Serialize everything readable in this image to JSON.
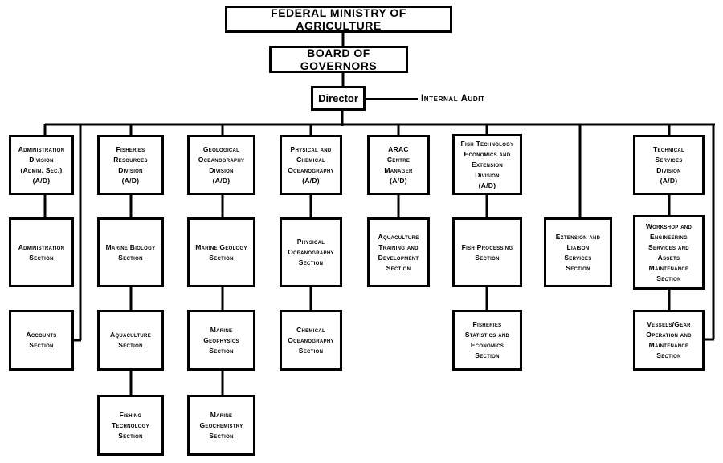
{
  "palette": {
    "ink": "#000000",
    "paper": "#ffffff"
  },
  "nodes": {
    "ministry": {
      "label": "FEDERAL MINISTRY OF AGRICULTURE"
    },
    "board": {
      "label": "BOARD OF GOVERNORS"
    },
    "director": {
      "label": "Director"
    },
    "internal_audit": {
      "label": "Internal Audit"
    },
    "admin_div": {
      "lines": [
        "Administration",
        "Division",
        "(Admin. Sec.)",
        "(A/D)"
      ]
    },
    "fisheries_div": {
      "lines": [
        "Fisheries",
        "Resources",
        "Division",
        "(A/D)"
      ]
    },
    "geological_div": {
      "lines": [
        "Geological",
        "Oceanography",
        "Division",
        "(A/D)"
      ]
    },
    "physical_div": {
      "lines": [
        "Physical and",
        "Chemical",
        "Oceanography",
        "(A/D)"
      ]
    },
    "arac_div": {
      "lines": [
        "ARAC",
        "Centre",
        "Manager",
        "(A/D)"
      ]
    },
    "fishtech_div": {
      "lines": [
        "Fish Technology",
        "Economics and",
        "Extension",
        "Division",
        "(A/D)"
      ]
    },
    "technical_div": {
      "lines": [
        "Technical",
        "Services",
        "Division",
        "(A/D)"
      ]
    },
    "admin_sec": {
      "lines": [
        "Administration",
        "Section"
      ]
    },
    "marine_biology_sec": {
      "lines": [
        "Marine Biology",
        "Section"
      ]
    },
    "marine_geology_sec": {
      "lines": [
        "Marine Geology",
        "Section"
      ]
    },
    "physical_ocean_sec": {
      "lines": [
        "Physical",
        "Oceanography",
        "Section"
      ]
    },
    "aqua_training_sec": {
      "lines": [
        "Aquaculture",
        "Training and",
        "Development",
        "Section"
      ]
    },
    "fish_processing_sec": {
      "lines": [
        "Fish Processing",
        "Section"
      ]
    },
    "extension_liaison_sec": {
      "lines": [
        "Extension and",
        "Liaison",
        "Services",
        "Section"
      ]
    },
    "workshop_sec": {
      "lines": [
        "Workshop and",
        "Engineering",
        "Services and",
        "Assets",
        "Maintenance",
        "Section"
      ]
    },
    "accounts_sec": {
      "lines": [
        "Accounts",
        "Section"
      ]
    },
    "aquaculture_sec": {
      "lines": [
        "Aquaculture",
        "Section"
      ]
    },
    "marine_geophysics_sec": {
      "lines": [
        "Marine",
        "Geophysics",
        "Section"
      ]
    },
    "chemical_ocean_sec": {
      "lines": [
        "Chemical",
        "Oceanography",
        "Section"
      ]
    },
    "fisheries_stats_sec": {
      "lines": [
        "Fisheries",
        "Statistics and",
        "Economics",
        "Section"
      ]
    },
    "vessels_sec": {
      "lines": [
        "Vessels/Gear",
        "Operation and",
        "Maintenance",
        "Section"
      ]
    },
    "fishing_tech_sec": {
      "lines": [
        "Fishing",
        "Technology",
        "Section"
      ]
    },
    "marine_geochem_sec": {
      "lines": [
        "Marine",
        "Geochemistry",
        "Section"
      ]
    }
  },
  "edges": [
    [
      "ministry",
      "board"
    ],
    [
      "board",
      "director"
    ],
    [
      "director",
      "internal_audit"
    ],
    [
      "director",
      "admin_div"
    ],
    [
      "director",
      "fisheries_div"
    ],
    [
      "director",
      "geological_div"
    ],
    [
      "director",
      "physical_div"
    ],
    [
      "director",
      "arac_div"
    ],
    [
      "director",
      "fishtech_div"
    ],
    [
      "director",
      "extension_liaison_sec"
    ],
    [
      "director",
      "technical_div"
    ],
    [
      "director",
      "accounts_sec"
    ],
    [
      "director",
      "vessels_sec"
    ],
    [
      "admin_div",
      "admin_sec"
    ],
    [
      "fisheries_div",
      "marine_biology_sec"
    ],
    [
      "geological_div",
      "marine_geology_sec"
    ],
    [
      "physical_div",
      "physical_ocean_sec"
    ],
    [
      "arac_div",
      "aqua_training_sec"
    ],
    [
      "fishtech_div",
      "fish_processing_sec"
    ],
    [
      "technical_div",
      "workshop_sec"
    ],
    [
      "marine_biology_sec",
      "aquaculture_sec"
    ],
    [
      "marine_geology_sec",
      "marine_geophysics_sec"
    ],
    [
      "physical_ocean_sec",
      "chemical_ocean_sec"
    ],
    [
      "fish_processing_sec",
      "fisheries_stats_sec"
    ],
    [
      "workshop_sec",
      "vessels_sec"
    ],
    [
      "aquaculture_sec",
      "fishing_tech_sec"
    ],
    [
      "marine_geophysics_sec",
      "marine_geochem_sec"
    ]
  ]
}
